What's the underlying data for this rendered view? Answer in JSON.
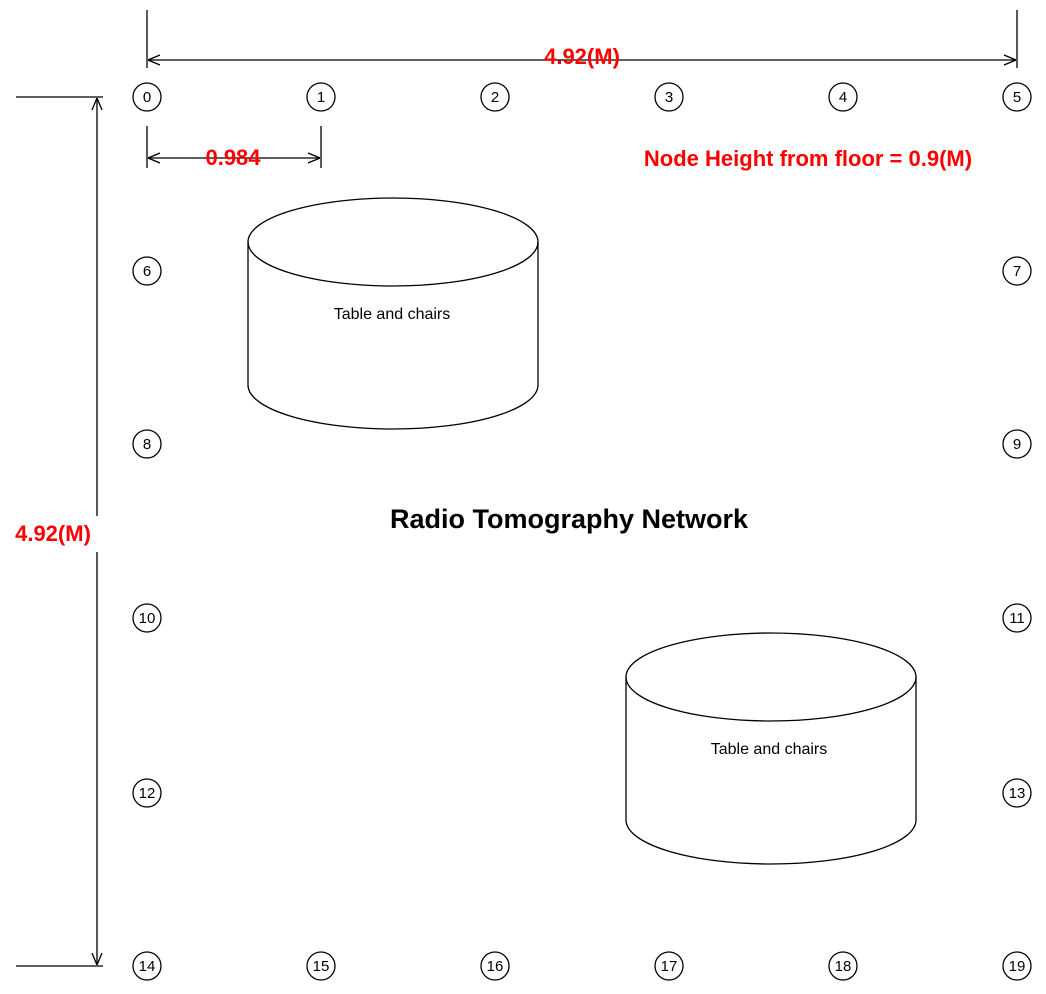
{
  "title": "Radio Tomography Network",
  "dimensions": {
    "width_label": "4.92(M)",
    "height_label": "4.92(M)",
    "spacing_label": "0.984",
    "node_height_note": "Node Height from floor = 0.9(M)"
  },
  "nodes": [
    {
      "id": "0"
    },
    {
      "id": "1"
    },
    {
      "id": "2"
    },
    {
      "id": "3"
    },
    {
      "id": "4"
    },
    {
      "id": "5"
    },
    {
      "id": "6"
    },
    {
      "id": "7"
    },
    {
      "id": "8"
    },
    {
      "id": "9"
    },
    {
      "id": "10"
    },
    {
      "id": "11"
    },
    {
      "id": "12"
    },
    {
      "id": "13"
    },
    {
      "id": "14"
    },
    {
      "id": "15"
    },
    {
      "id": "16"
    },
    {
      "id": "17"
    },
    {
      "id": "18"
    },
    {
      "id": "19"
    }
  ],
  "obstacles": [
    {
      "label": "Table and chairs"
    },
    {
      "label": "Table and chairs"
    }
  ],
  "colors": {
    "dimension": "#ff0000",
    "stroke": "#000000"
  }
}
